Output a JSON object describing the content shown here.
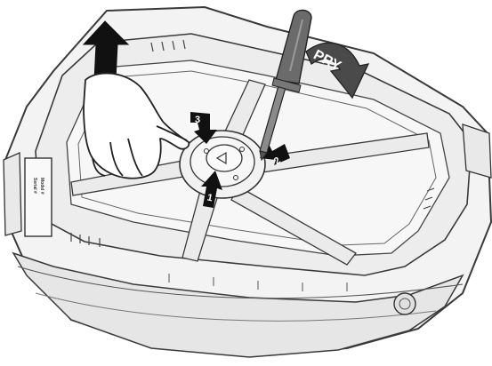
{
  "illustration": {
    "pry_label": "PRY",
    "step_1": "1",
    "step_2": "2",
    "step_3": "3",
    "side_panel_text_a": "Model #",
    "side_panel_text_b": "Serial #"
  },
  "colors": {
    "outline": "#3a3a3a",
    "housing_fill": "#f2f2f2",
    "housing_shade": "#e2e2e2",
    "arrow": "#111111",
    "screwdriver_shaft": "#7a7a7a",
    "screwdriver_handle": "#6b6b6b",
    "pry_arrow": "#4a4a4a",
    "hand": "#ffffff"
  }
}
